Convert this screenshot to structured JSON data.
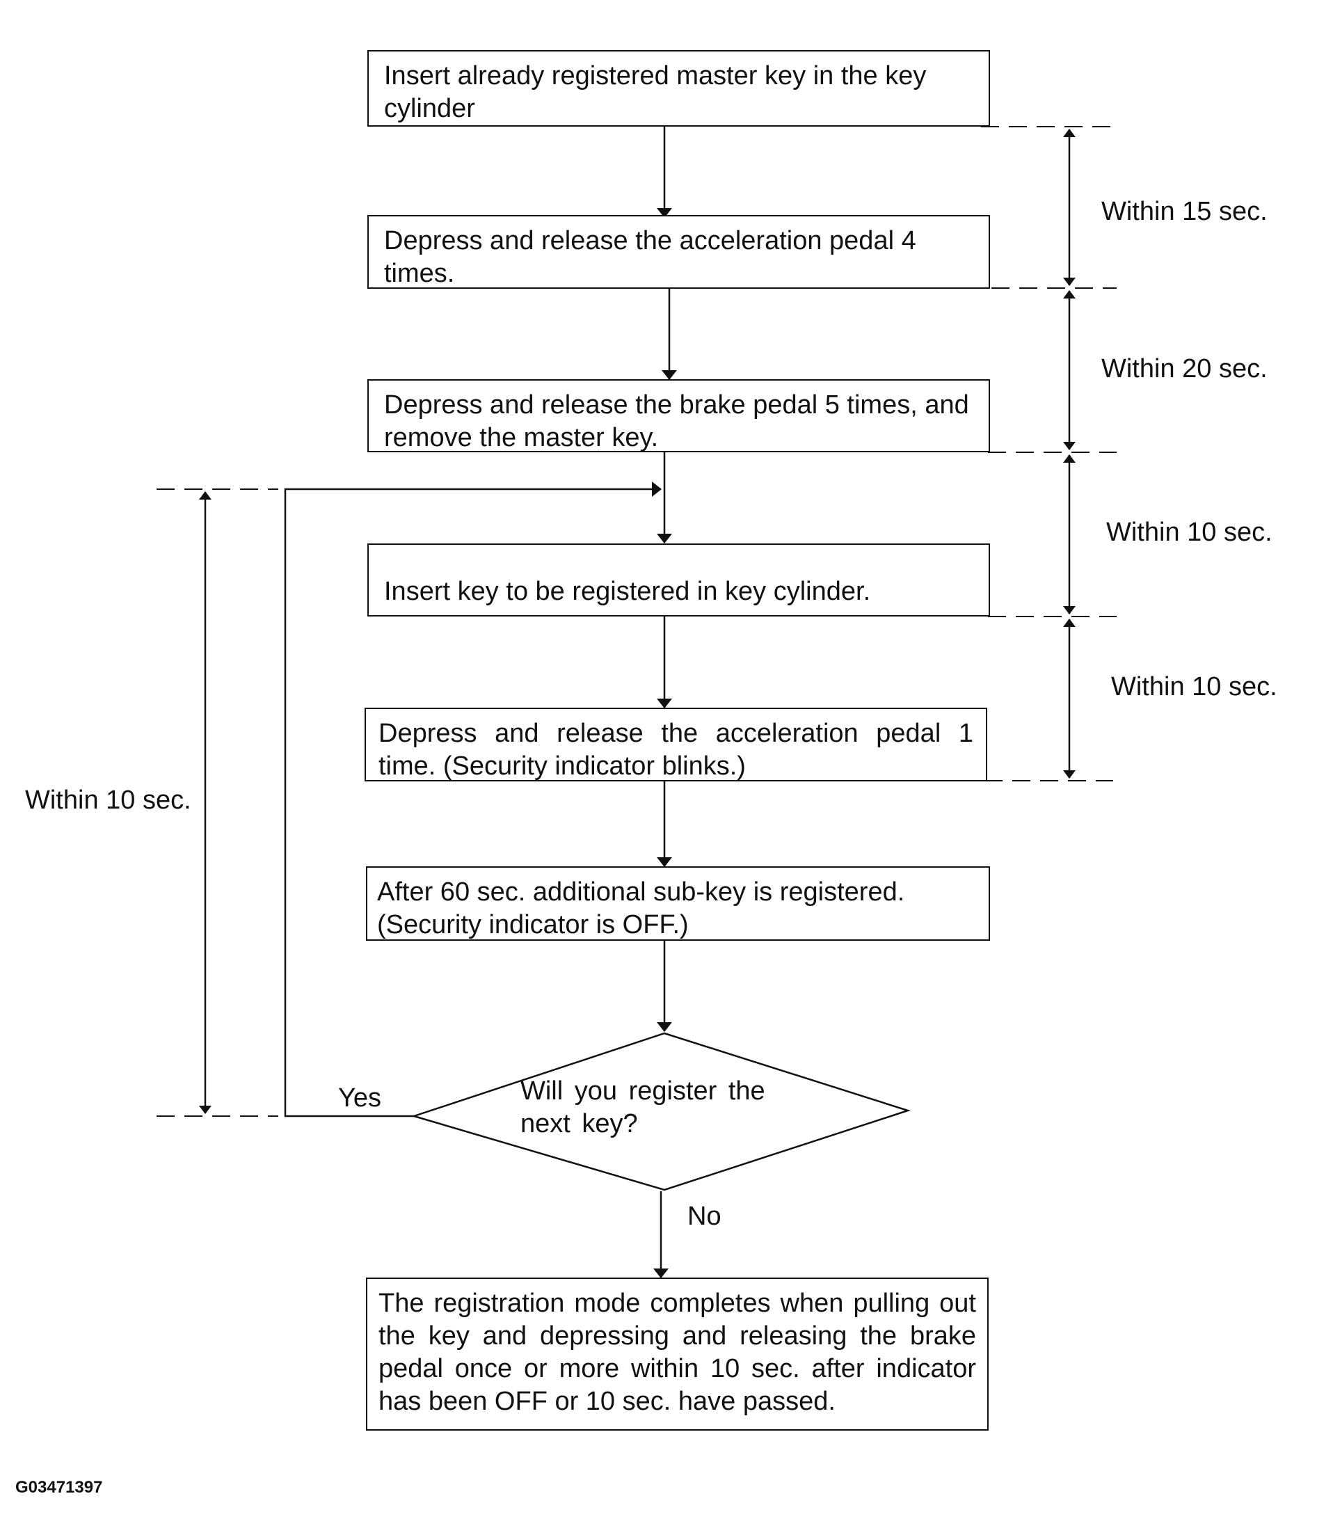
{
  "steps": {
    "step1": "Insert already registered master key in the key cylinder",
    "step2": "Depress and release the acceleration pedal 4 times.",
    "step3": "Depress and release the brake pedal 5 times, and remove the master key.",
    "step4": "Insert key to be registered in key cylinder.",
    "step5": "Depress and release the acceleration pedal 1 time. (Security indicator blinks.)",
    "step6": "After 60 sec. additional sub-key is registered. (Security indicator is OFF.)",
    "decision": "Will you register the next key?",
    "final": "The registration mode completes when pulling out the key and depressing and releasing the brake pedal once or more within 10 sec. after indicator has been OFF or 10 sec. have passed."
  },
  "branches": {
    "yes": "Yes",
    "no": "No"
  },
  "timings": {
    "t1": "Within 15 sec.",
    "t2": "Within 20 sec.",
    "t3": "Within 10 sec.",
    "t4": "Within 10 sec.",
    "loop": "Within 10 sec."
  },
  "figure_id": "G03471397"
}
